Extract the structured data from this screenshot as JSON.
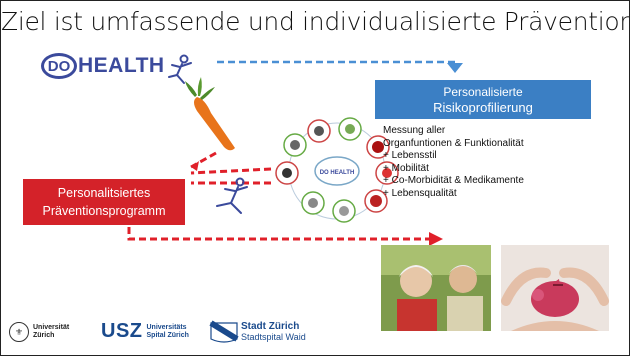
{
  "slide": {
    "title": "Ziel ist umfassende und individualisierte Prävention",
    "logo": {
      "circle_text": "DO",
      "word": "HEALTH"
    },
    "hub_text": "DO HEALTH",
    "blue_box": {
      "line1": "Personalisierte",
      "line2": "Risikoprofilierung"
    },
    "description": [
      "Messung aller",
      "Organfuntionen & Funktionalität",
      "+ Lebensstil",
      "+ Mobilität",
      "+ Co-Morbidität & Medikamente",
      "+ Lebensqualität"
    ],
    "red_box": {
      "line1": "Personalitsiertes",
      "line2": "Präventionsprogramm"
    },
    "footer": {
      "uzh_line1": "Universität",
      "uzh_line2": "Zürich",
      "usz_big": "USZ",
      "usz_line1": "Universitäts",
      "usz_line2": "Spital Zürich",
      "sz_line1": "Stadt Zürich",
      "sz_line2": "Stadtspital Waid"
    }
  },
  "colors": {
    "brand_blue": "#3b4a9c",
    "box_blue": "#3b7fc4",
    "box_red": "#d42229",
    "arrow_blue": "#4a8fd4",
    "arrow_red": "#e0202a"
  }
}
